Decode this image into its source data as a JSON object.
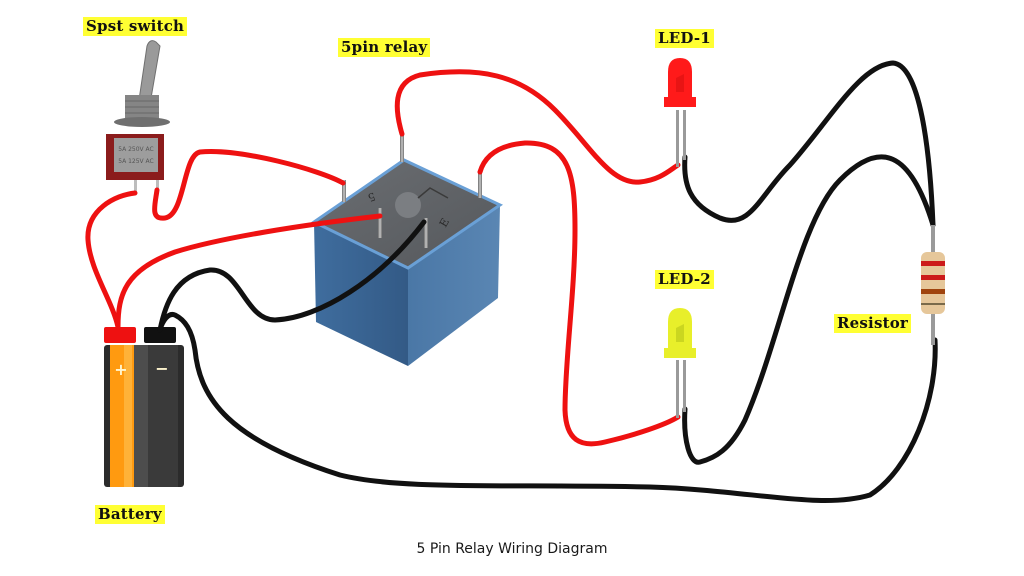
{
  "title": "5 Pin Relay Wiring Diagram",
  "labels": {
    "switch": "Spst switch",
    "relay": "5pin relay",
    "led1": "LED-1",
    "led2": "LED-2",
    "resistor": "Resistor",
    "battery": "Battery"
  },
  "components": {
    "switch": {
      "type": "toggle-switch",
      "body_text": [
        "5A 250V AC",
        "5A 125V AC"
      ],
      "body_color": "#8b1c1c"
    },
    "relay": {
      "type": "5-pin-relay",
      "body_color": "#3d6a9a",
      "pin_marks": [
        "5",
        "E"
      ]
    },
    "led1": {
      "color_name": "red",
      "color": "#ff1a1a"
    },
    "led2": {
      "color_name": "yellow",
      "color": "#e8ef2a"
    },
    "resistor": {
      "bands": [
        "#cc1a1a",
        "#cc1a1a",
        "#a0440e",
        "#b8975e"
      ]
    },
    "battery": {
      "positive_symbol": "+",
      "negative_symbol": "−",
      "positive_color": "#ff9a10",
      "negative_color": "#3a3a3a"
    }
  },
  "wire_colors": {
    "positive": "#ee1111",
    "negative": "#111111"
  },
  "connections": [
    {
      "from": "battery +",
      "to": "switch pin 1",
      "color": "red"
    },
    {
      "from": "switch pin 2",
      "to": "relay coil pin",
      "color": "red"
    },
    {
      "from": "battery +",
      "to": "relay common pin",
      "color": "red"
    },
    {
      "from": "battery −",
      "to": "relay coil pin (E)",
      "color": "black"
    },
    {
      "from": "relay NC pin",
      "to": "LED-1 anode",
      "color": "red"
    },
    {
      "from": "relay NO pin",
      "to": "LED-2 anode",
      "color": "red"
    },
    {
      "from": "LED-1 cathode",
      "to": "resistor top",
      "color": "black"
    },
    {
      "from": "LED-2 cathode",
      "to": "resistor top",
      "color": "black"
    },
    {
      "from": "resistor bottom",
      "to": "battery −",
      "color": "black"
    }
  ]
}
